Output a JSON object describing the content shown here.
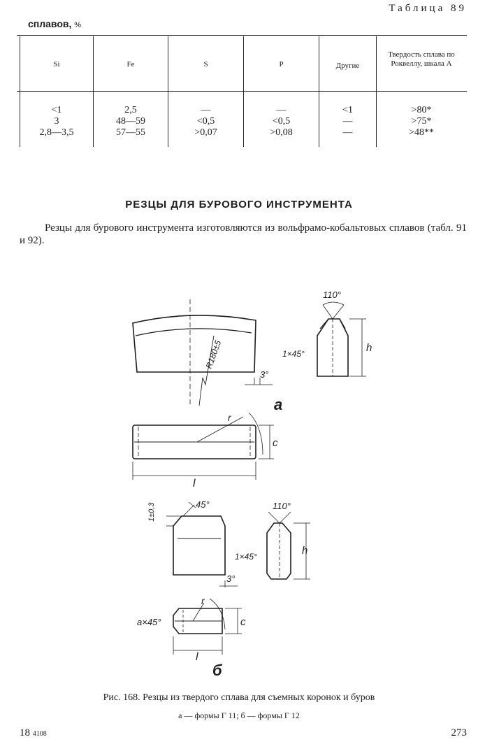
{
  "table": {
    "title": "Таблица 89",
    "header_note": "сплавов,",
    "header_unit": "%",
    "columns": [
      "Si",
      "Fe",
      "S",
      "P",
      "Другие",
      "Твердость сплава по Роквеллу, шкала А"
    ],
    "rows": [
      [
        "<1",
        "2,5",
        "—",
        "—",
        "<1",
        ">80*"
      ],
      [
        "3",
        "48—59",
        "<0,5",
        "<0,5",
        "—",
        ">75*"
      ],
      [
        "2,8—3,5",
        "57—55",
        ">0,07",
        ">0,08",
        "—",
        ">48**"
      ]
    ]
  },
  "section": {
    "title": "РЕЗЦЫ ДЛЯ БУРОВОГО ИНСТРУМЕНТА",
    "text": "Резцы для бурового инструмента изготовляются из вольфрамо-кобальтовых сплавов (табл. 91 и 92)."
  },
  "figure": {
    "labels": {
      "a": "а",
      "b": "б",
      "angle_110": "110°",
      "angle_45": "45°",
      "angle_3": "3°",
      "chamfer_1x45": "1×45°",
      "chamfer_ax45": "a×45°",
      "radius": "R180±5",
      "r": "r",
      "h": "h",
      "c": "c",
      "l": "l",
      "tol": "1±0,3"
    },
    "caption": "Рис. 168. Резцы из твердого сплава для съемных коронок и буров",
    "subcaption": "а — формы Г 11; б — формы Г 12"
  },
  "footer": {
    "left_main": "18",
    "left_small": "4108",
    "page_number": "273"
  }
}
